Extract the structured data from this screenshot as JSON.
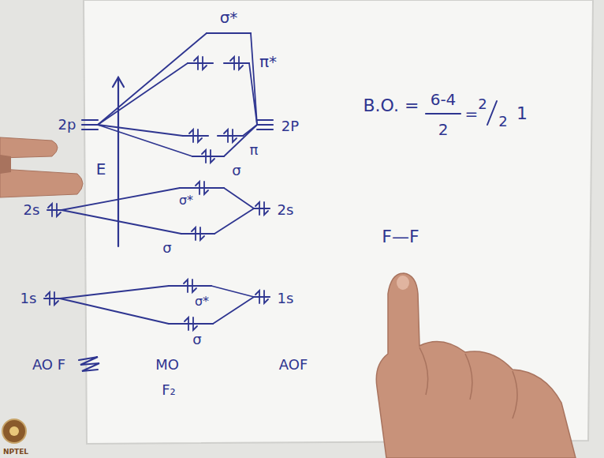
{
  "diagram": {
    "labels": [
      "σ*",
      "π*",
      "2p",
      "2P",
      "π",
      "σ",
      "E",
      "2s",
      "σ*",
      "2s",
      "σ",
      "1s",
      "σ*",
      "1s",
      "σ",
      "AO F",
      "MO",
      "AOF",
      "F₂",
      "B.O. =",
      "6-4",
      "2",
      "=",
      "2",
      "2",
      "1",
      "F—F",
      "NPTEL"
    ]
  }
}
